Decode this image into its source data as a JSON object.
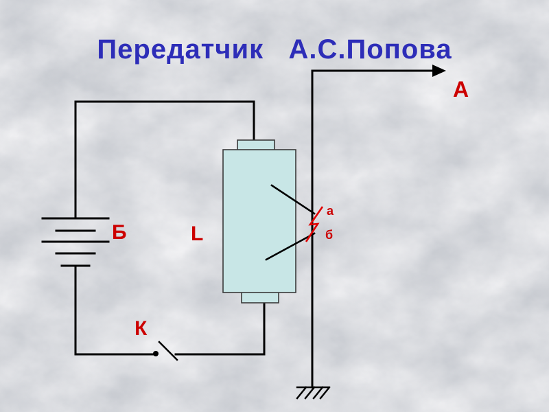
{
  "slide": {
    "title": "Передатчик   А.С.Попова",
    "labels": {
      "antenna": "А",
      "battery": "Б",
      "inductor": "L",
      "key": "К",
      "gap_a": "а",
      "gap_b": "б"
    },
    "colors": {
      "title_text": "#2d2db8",
      "label_text": "#cc0000",
      "coil_fill": "#c8e6e6",
      "wire": "#000000",
      "spark": "#e00000",
      "background_base": "#efeff1"
    }
  }
}
